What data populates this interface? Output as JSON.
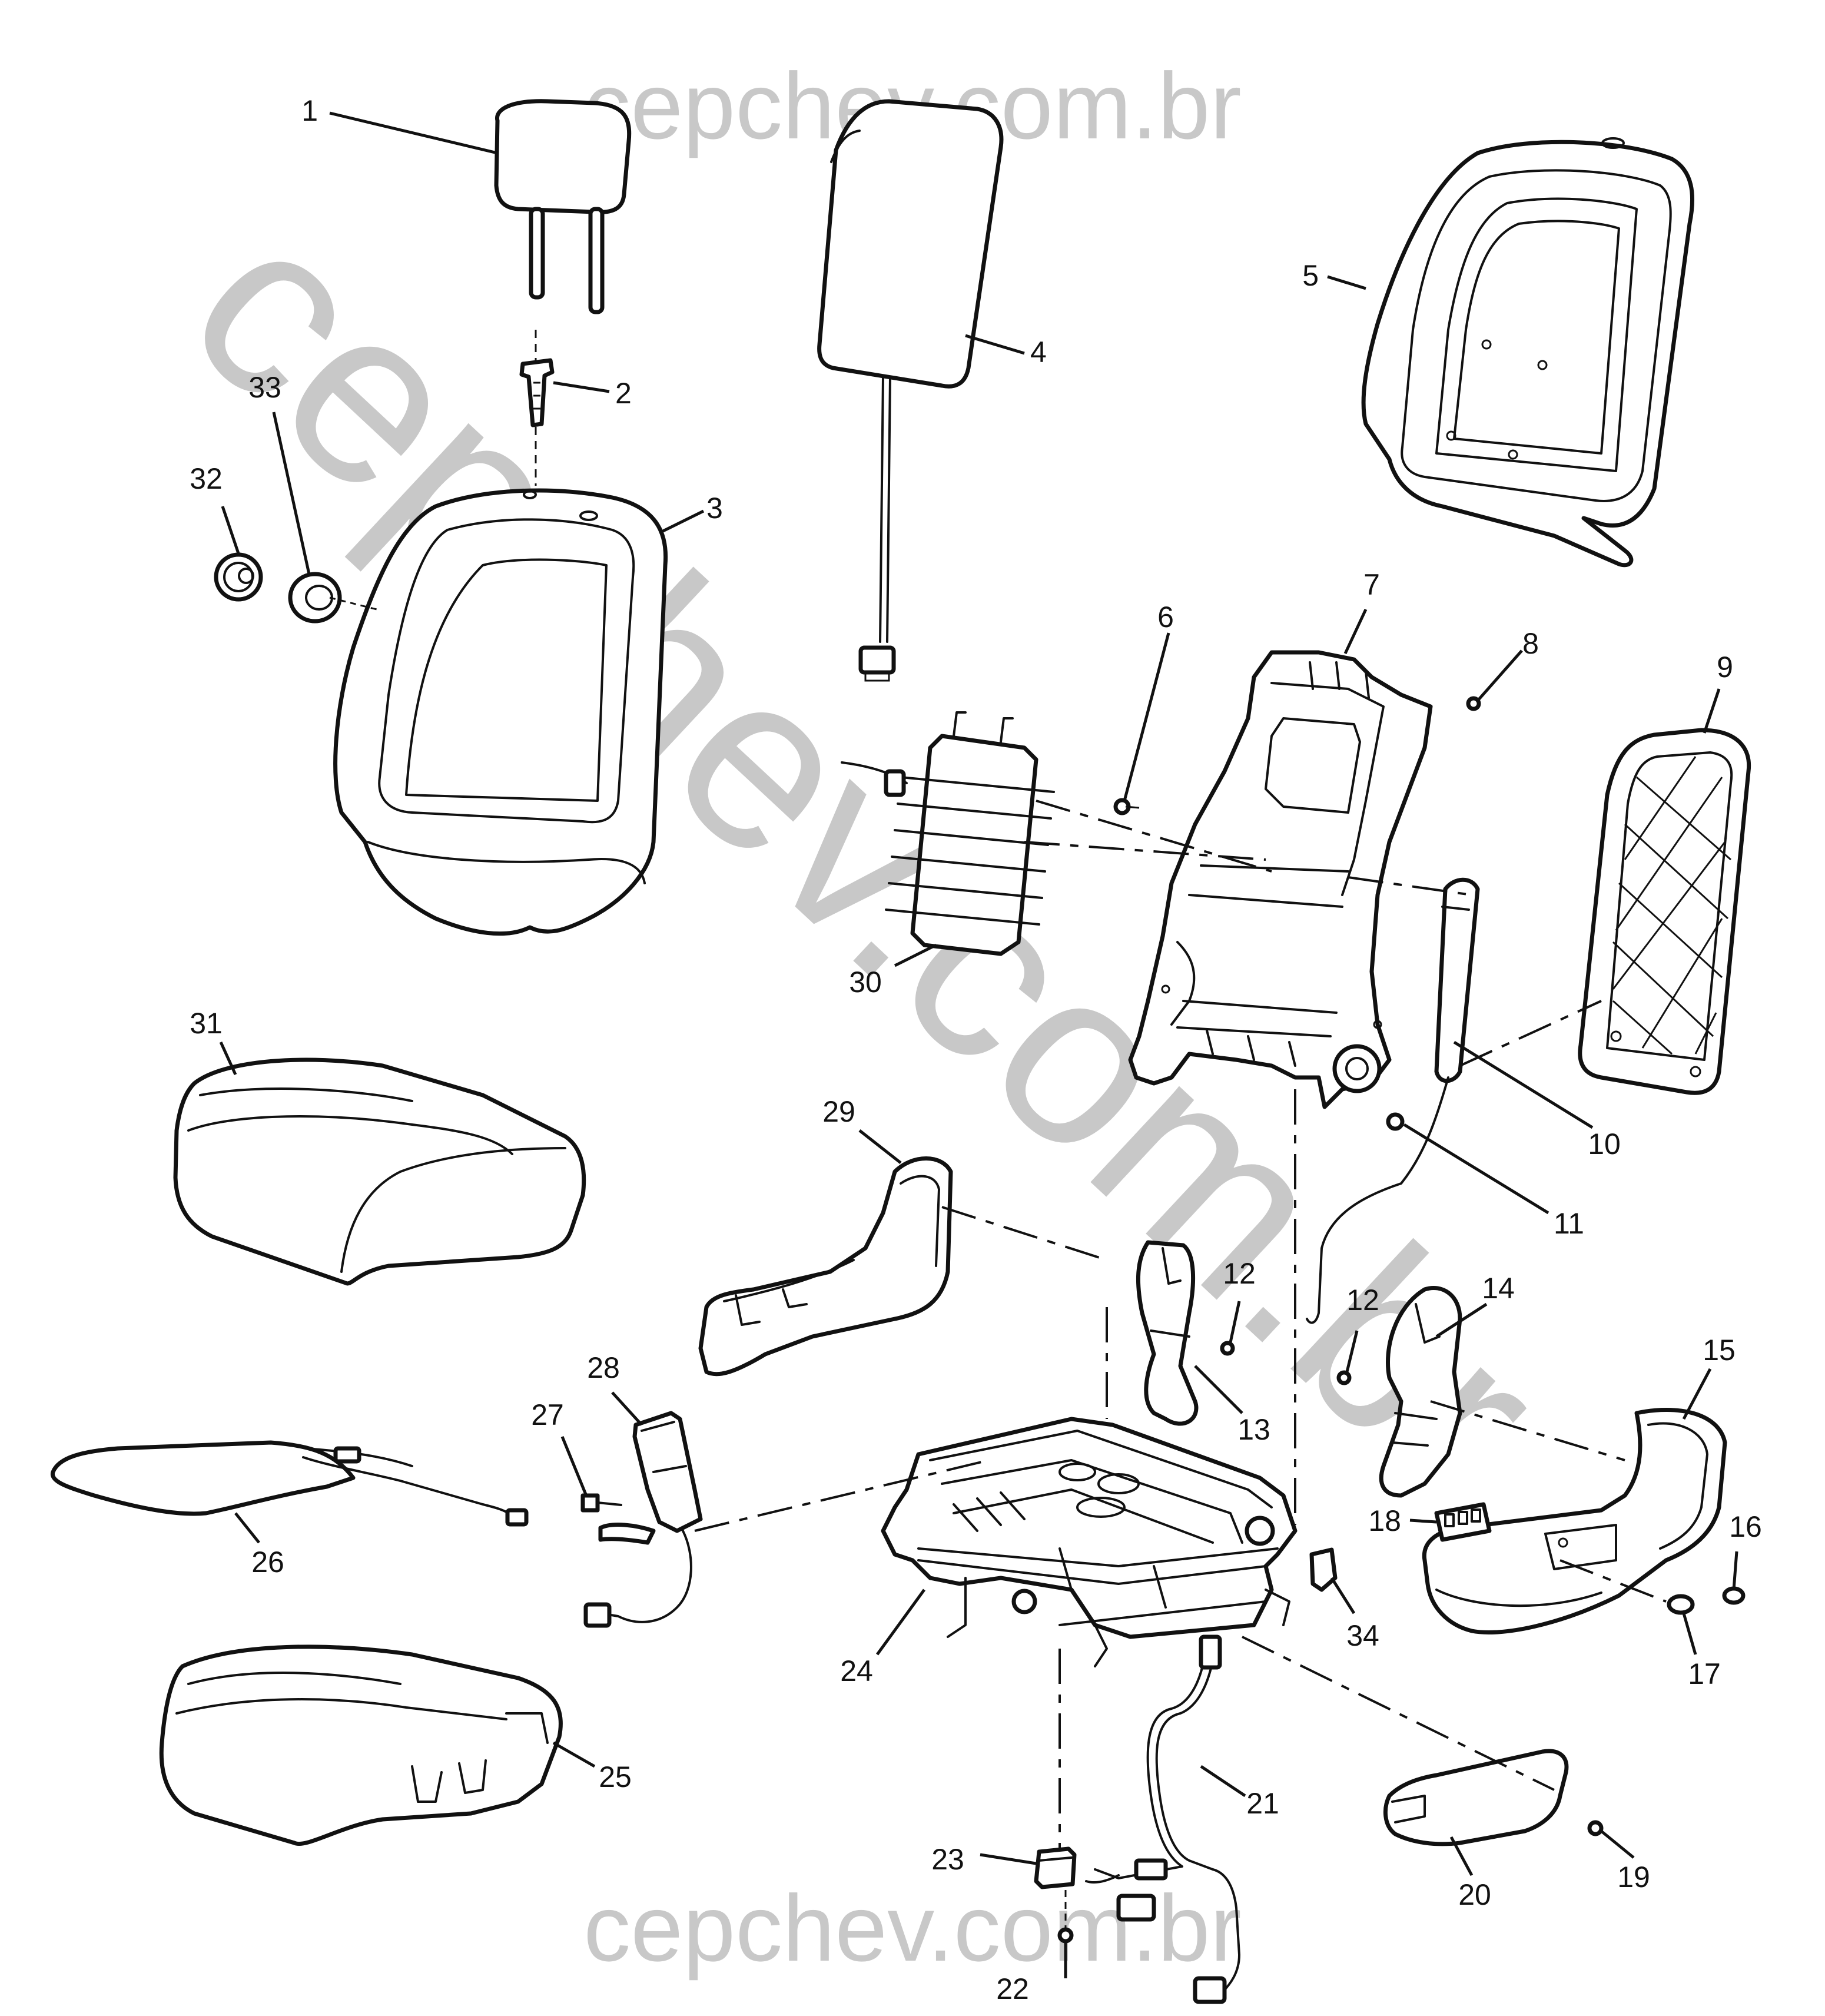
{
  "watermark": {
    "top": "cepchev.com.br",
    "bottom": "cepchev.com.br",
    "diagonal": "cepchev.com.br",
    "color": "#c8c8c8"
  },
  "callouts": {
    "n1": "1",
    "n2": "2",
    "n3": "3",
    "n4": "4",
    "n5": "5",
    "n6": "6",
    "n7": "7",
    "n8": "8",
    "n9": "9",
    "n10": "10",
    "n11": "11",
    "n12a": "12",
    "n12b": "12",
    "n13": "13",
    "n14": "14",
    "n15": "15",
    "n16": "16",
    "n17": "17",
    "n18": "18",
    "n19": "19",
    "n20": "20",
    "n21": "21",
    "n22": "22",
    "n23": "23",
    "n24": "24",
    "n25": "25",
    "n26": "26",
    "n27": "27",
    "n28": "28",
    "n29": "29",
    "n30": "30",
    "n31": "31",
    "n32": "32",
    "n33": "33",
    "n34": "34"
  }
}
